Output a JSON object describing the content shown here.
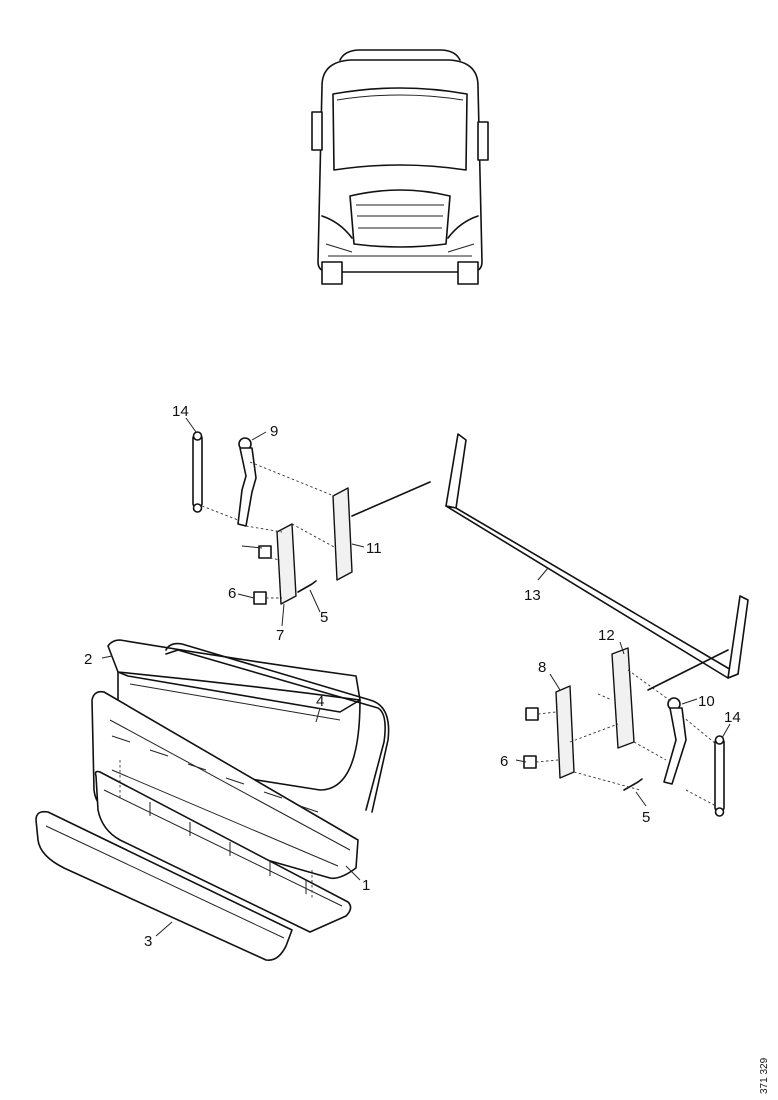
{
  "diagram": {
    "callouts": {
      "c1": "1",
      "c2": "2",
      "c3": "3",
      "c4": "4",
      "c5a": "5",
      "c5b": "5",
      "c6a": "6",
      "c6b": "6",
      "c7": "7",
      "c8": "8",
      "c9": "9",
      "c10": "10",
      "c11": "11",
      "c12": "12",
      "c13": "13",
      "c14a": "14",
      "c14b": "14"
    },
    "reference_code": "371 329"
  }
}
